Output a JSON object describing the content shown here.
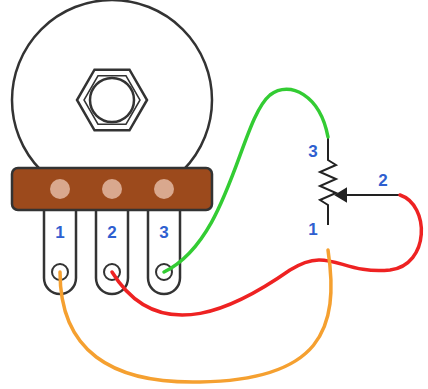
{
  "diagram": {
    "labels": [
      "1",
      "2",
      "3",
      "3",
      "2",
      "1"
    ]
  }
}
